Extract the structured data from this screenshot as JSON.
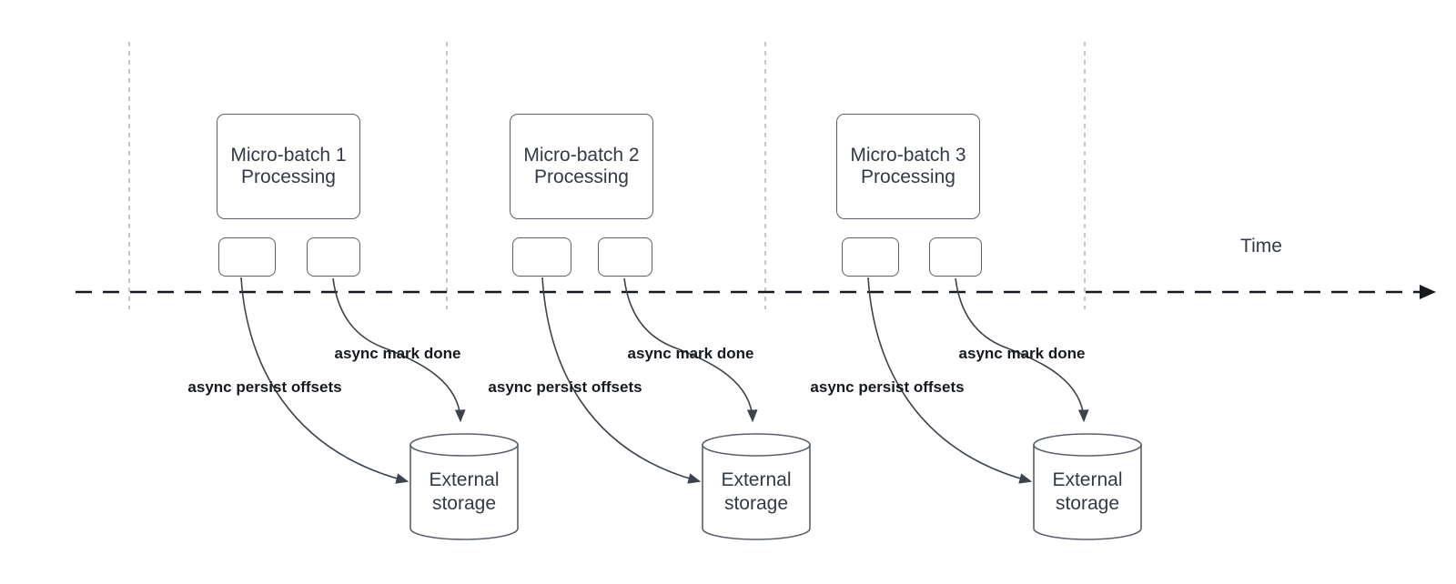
{
  "diagram": {
    "time_axis_label": "Time",
    "groups": [
      {
        "process_label": "Micro-batch 1 Processing",
        "persist_arrow_label": "async persist offsets",
        "done_arrow_label": "async mark done",
        "storage_label": "External storage"
      },
      {
        "process_label": "Micro-batch 2 Processing",
        "persist_arrow_label": "async persist offsets",
        "done_arrow_label": "async mark done",
        "storage_label": "External storage"
      },
      {
        "process_label": "Micro-batch 3 Processing",
        "persist_arrow_label": "async persist offsets",
        "done_arrow_label": "async mark done",
        "storage_label": "External storage"
      }
    ]
  },
  "colors": {
    "shape_stroke": "#596069",
    "connector_stroke": "#3b434d",
    "guide_stroke": "#b6b9bc",
    "axis_stroke": "#16191d",
    "shape_text": "#333a45",
    "label_text": "#16191d",
    "background": "#ffffff"
  }
}
